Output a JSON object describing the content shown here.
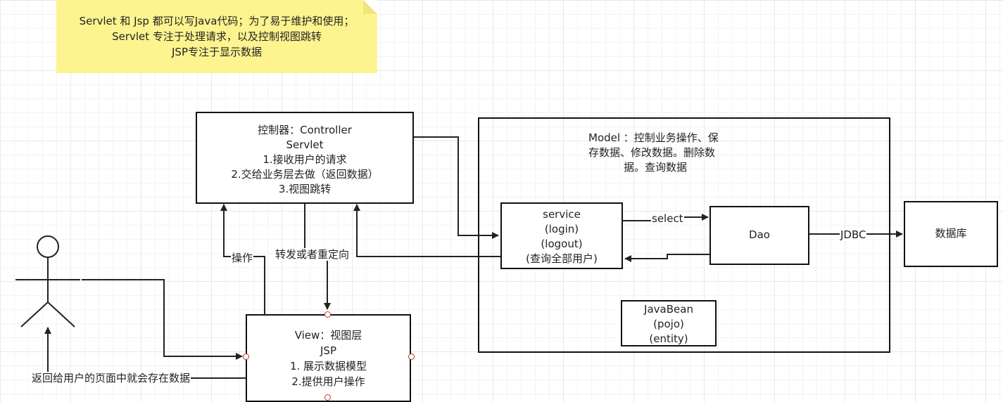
{
  "note": {
    "lines": [
      "Servlet 和 Jsp  都可以写Java代码；为了易于维护和使用；",
      "Servlet 专注于处理请求，以及控制视图跳转",
      "JSP专注于显示数据"
    ]
  },
  "controller": {
    "lines": [
      "控制器：Controller",
      "Servlet",
      "1.接收用户的请求",
      "2.交给业务层去做（返回数据）",
      "3.视图跳转"
    ]
  },
  "model": {
    "lines": [
      "Model ：控制业务操作、保",
      "存数据、修改数据。删除数",
      "据。查询数据"
    ]
  },
  "service": {
    "lines": [
      "service",
      "(login)",
      "(logout)",
      "(查询全部用户)"
    ]
  },
  "dao": {
    "label": "Dao"
  },
  "database": {
    "label": "数据库"
  },
  "javabean": {
    "lines": [
      "JavaBean",
      "(pojo)",
      "(entity)"
    ]
  },
  "view": {
    "lines": [
      "View：视图层",
      "JSP",
      "1. 展示数据模型",
      "2.提供用户操作"
    ]
  },
  "edge_labels": {
    "select": "select",
    "jdbc": "JDBC",
    "operate": "操作",
    "forward": "转发或者重定向",
    "return_to_user": "返回给用户的页面中就会存在数据"
  }
}
